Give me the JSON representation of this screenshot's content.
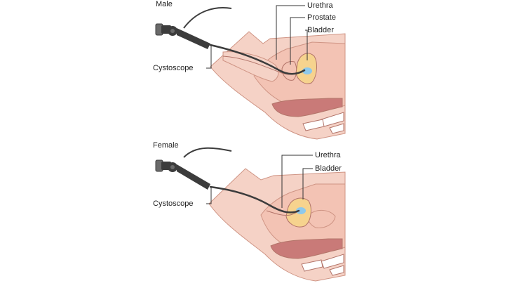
{
  "panels": [
    {
      "title": "Male",
      "labels": {
        "scope": "Cystoscope",
        "urethra": "Urethra",
        "prostate": "Prostate",
        "bladder": "Bladder"
      }
    },
    {
      "title": "Female",
      "labels": {
        "scope": "Cystoscope",
        "urethra": "Urethra",
        "bladder": "Bladder"
      }
    }
  ],
  "colors": {
    "skin": "#f5d2c6",
    "skin_stroke": "#cf9484",
    "tissue": "#f3c3b4",
    "organ_outline": "#b3756a",
    "rectum": "#c97a78",
    "bladder": "#f6d38e",
    "fluid": "#8ec9ec",
    "bone": "#ffffff",
    "scope_dark": "#3c3c3c",
    "scope_mid": "#6a6a6a",
    "leader": "#333333"
  },
  "icons": {
    "scope": "cystoscope-icon"
  }
}
